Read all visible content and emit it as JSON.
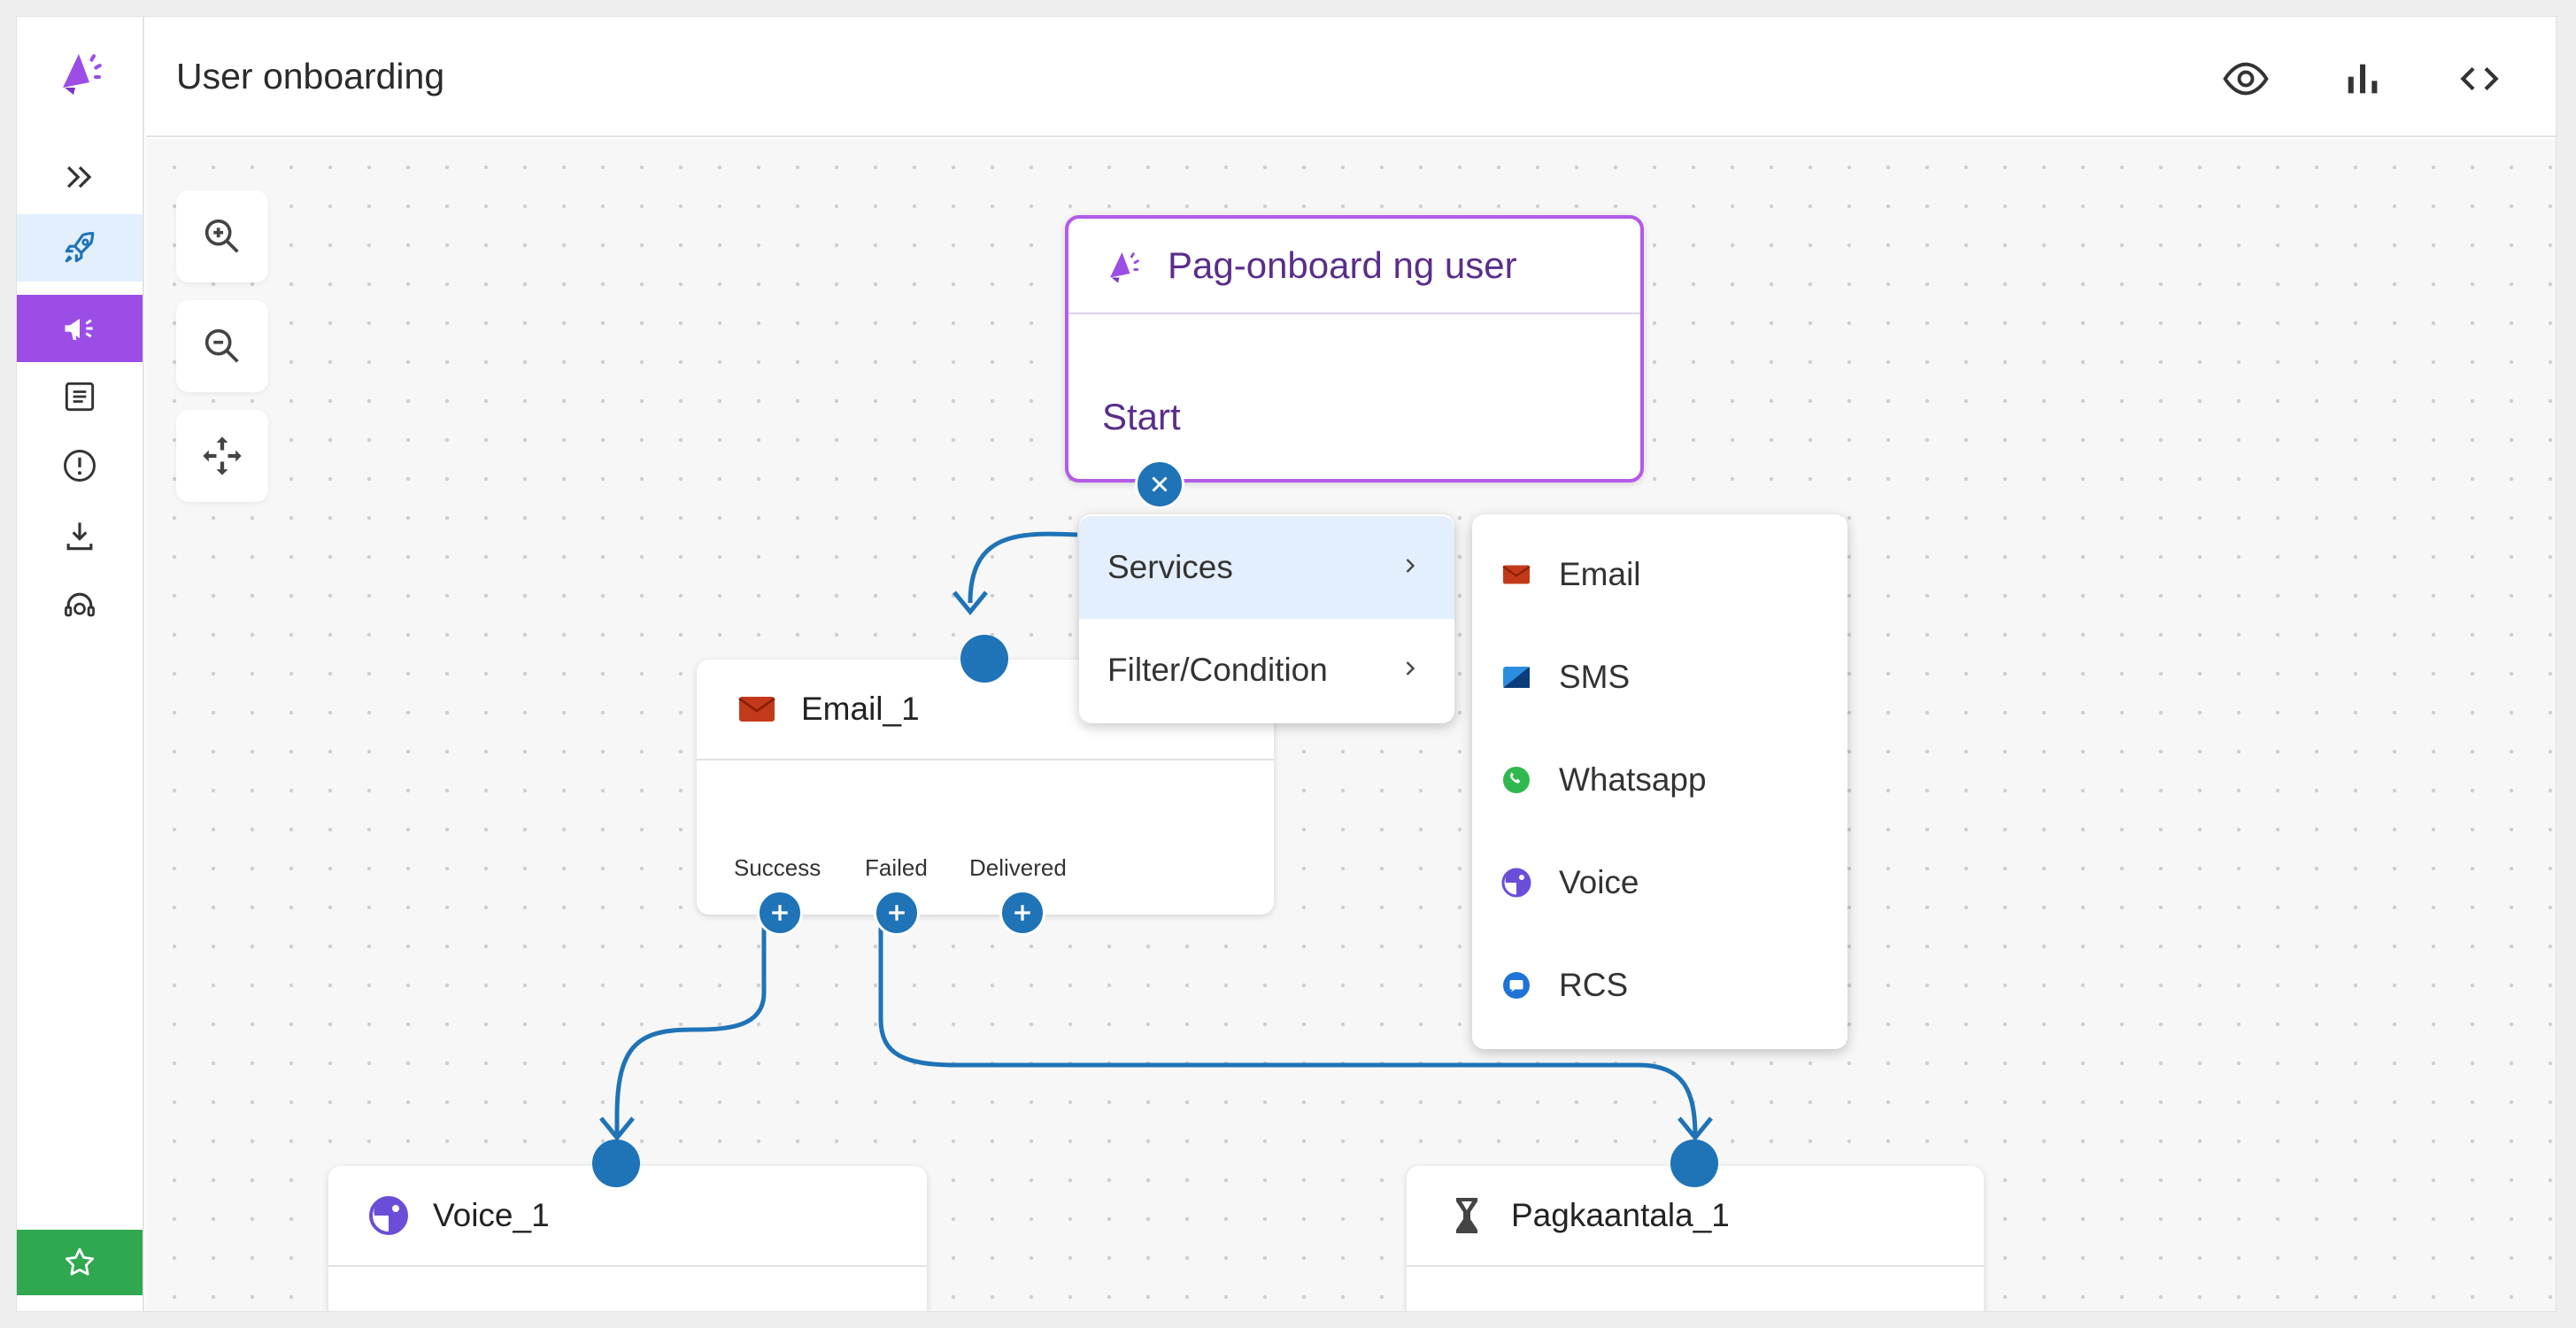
{
  "header": {
    "title": "User onboarding"
  },
  "sidebar": {
    "items": [
      "expand-icon",
      "rocket-icon",
      "megaphone-icon",
      "document-icon",
      "alert-icon",
      "download-icon",
      "support-icon"
    ],
    "footer_icon": "star-icon"
  },
  "canvas": {
    "start_node": {
      "title": "Pag-onboard ng user",
      "label": "Start"
    },
    "email_node": {
      "title": "Email_1",
      "outputs": [
        "Success",
        "Failed",
        "Delivered"
      ]
    },
    "voice_node": {
      "title": "Voice_1"
    },
    "delay_node": {
      "title": "Pagkaantala_1"
    }
  },
  "context_menu": {
    "items": [
      {
        "label": "Services"
      },
      {
        "label": "Filter/Condition"
      }
    ]
  },
  "services_menu": {
    "items": [
      {
        "label": "Email",
        "icon": "email-icon"
      },
      {
        "label": "SMS",
        "icon": "sms-icon"
      },
      {
        "label": "Whatsapp",
        "icon": "whatsapp-icon"
      },
      {
        "label": "Voice",
        "icon": "voice-icon"
      },
      {
        "label": "RCS",
        "icon": "rcs-icon"
      }
    ]
  },
  "colors": {
    "accent": "#1f73b7",
    "brand": "#9b4de6",
    "start_border": "#b45ae8",
    "highlight": "#e3effc",
    "star_bg": "#2fa84f"
  }
}
